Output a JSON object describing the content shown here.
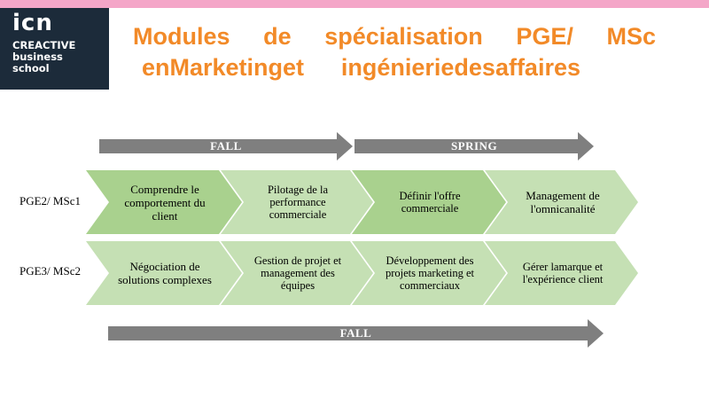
{
  "header": {
    "logo": {
      "mark": "icn",
      "lines": [
        "CREACTIVE",
        "business",
        "school"
      ]
    },
    "title_line1_words": [
      "Modules",
      "de",
      "spécialisation",
      "PGE/",
      "MSc"
    ],
    "title_line2_words": [
      "enMarketinget",
      "ingénieriedesaffaires"
    ]
  },
  "timeline": {
    "top_left": "FALL",
    "top_right": "SPRING",
    "bottom": "FALL"
  },
  "rows": [
    {
      "label": "PGE2/ MSc1",
      "modules": [
        "Comprendre le comportement du client",
        "Pilotage de la performance commerciale",
        "Définir l'offre commerciale",
        "Management de l'omnicanalité"
      ]
    },
    {
      "label": "PGE3/ MSc2",
      "modules": [
        "Négociation de solutions complexes",
        "Gestion de projet et management des équipes",
        "Développement des projets marketing et commerciaux",
        "Gérer lamarque et l'expérience client"
      ]
    }
  ],
  "colors": {
    "top_bar": "#f4a6c8",
    "logo_bg": "#1c2b3a",
    "title": "#f28a28",
    "arrow": "#7f7f7f",
    "chevron_dark": "#a9d18e",
    "chevron_light": "#c5e0b4"
  }
}
